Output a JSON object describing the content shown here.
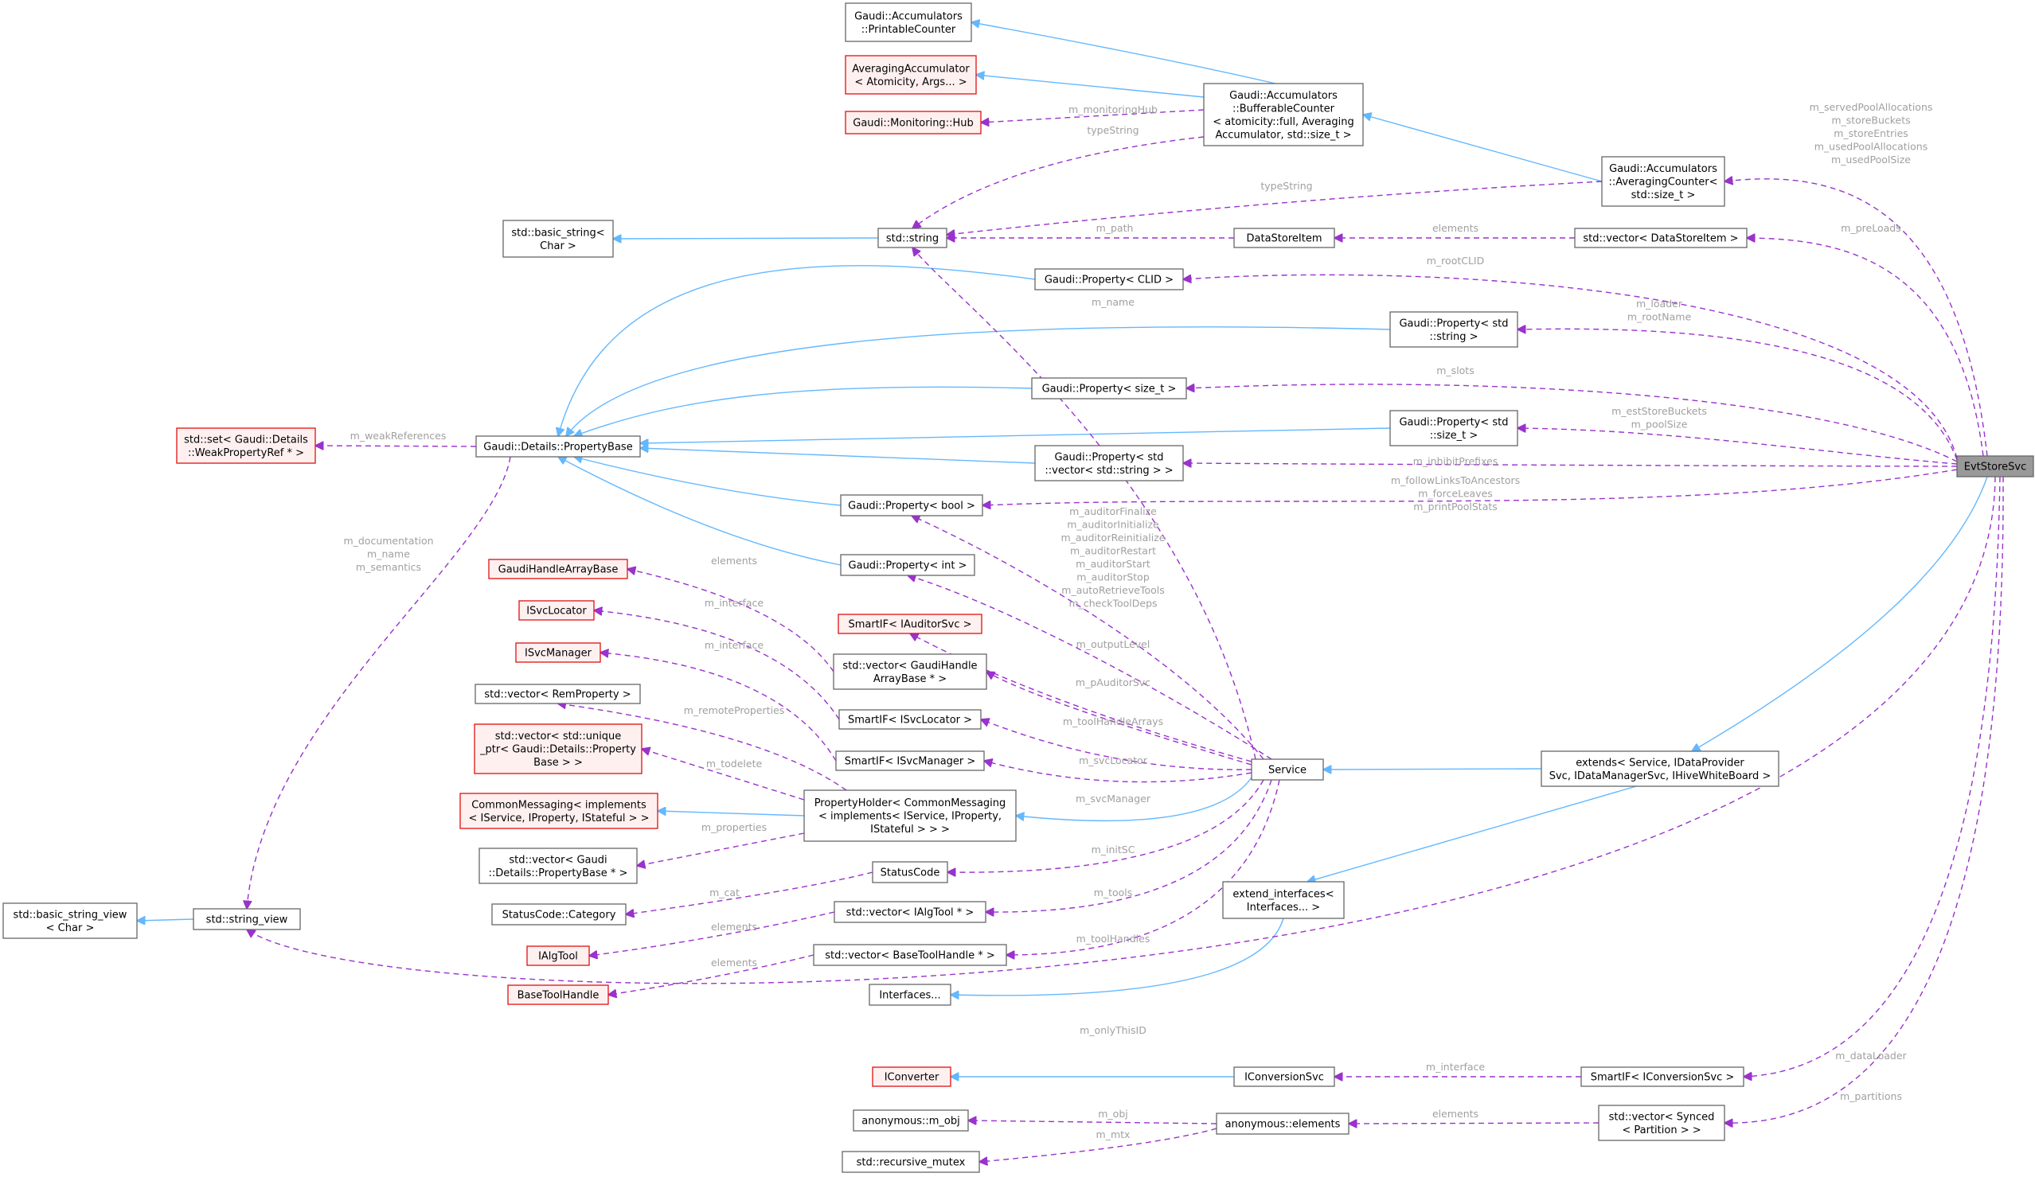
{
  "colors": {
    "inheritance_edge": "#63b8ff",
    "usage_edge": "#9a32cd",
    "node_border": "#666666",
    "undocumented_border": "#e01010",
    "highlight_fill": "#999999",
    "edge_label": "#a0a0a0"
  },
  "nodes": [
    {
      "id": "EvtStoreSvc",
      "lines": [
        "EvtStoreSvc"
      ],
      "style": "main"
    },
    {
      "id": "PrintableCounter",
      "lines": [
        "Gaudi::Accumulators",
        "::PrintableCounter"
      ],
      "style": "normal"
    },
    {
      "id": "AveragingAccumulator",
      "lines": [
        "AveragingAccumulator",
        "< Atomicity, Args... >"
      ],
      "style": "red"
    },
    {
      "id": "MonitoringHub",
      "lines": [
        "Gaudi::Monitoring::Hub"
      ],
      "style": "red"
    },
    {
      "id": "BufferableCounter",
      "lines": [
        "Gaudi::Accumulators",
        "::BufferableCounter",
        "< atomicity::full, Averaging",
        "Accumulator, std::size_t >"
      ],
      "style": "normal"
    },
    {
      "id": "AveragingCounter",
      "lines": [
        "Gaudi::Accumulators",
        "::AveragingCounter<",
        "std::size_t >"
      ],
      "style": "normal"
    },
    {
      "id": "basic_string",
      "lines": [
        "std::basic_string<",
        "Char >"
      ],
      "style": "normal"
    },
    {
      "id": "std_string",
      "lines": [
        "std::string"
      ],
      "style": "normal"
    },
    {
      "id": "DataStoreItem",
      "lines": [
        "DataStoreItem"
      ],
      "style": "normal"
    },
    {
      "id": "vec_DataStoreItem",
      "lines": [
        "std::vector< DataStoreItem >"
      ],
      "style": "normal"
    },
    {
      "id": "Prop_CLID",
      "lines": [
        "Gaudi::Property< CLID >"
      ],
      "style": "normal"
    },
    {
      "id": "Prop_string",
      "lines": [
        "Gaudi::Property< std",
        "::string >"
      ],
      "style": "normal"
    },
    {
      "id": "Prop_size_t",
      "lines": [
        "Gaudi::Property< size_t >"
      ],
      "style": "normal"
    },
    {
      "id": "Prop_std_size_t",
      "lines": [
        "Gaudi::Property< std",
        "::size_t >"
      ],
      "style": "normal"
    },
    {
      "id": "Prop_vec_string",
      "lines": [
        "Gaudi::Property< std",
        "::vector< std::string > >"
      ],
      "style": "normal"
    },
    {
      "id": "Prop_bool",
      "lines": [
        "Gaudi::Property< bool >"
      ],
      "style": "normal"
    },
    {
      "id": "Prop_int",
      "lines": [
        "Gaudi::Property< int >"
      ],
      "style": "normal"
    },
    {
      "id": "PropertyBase",
      "lines": [
        "Gaudi::Details::PropertyBase"
      ],
      "style": "normal"
    },
    {
      "id": "set_WeakRef",
      "lines": [
        "std::set< Gaudi::Details",
        "::WeakPropertyRef * >"
      ],
      "style": "red"
    },
    {
      "id": "GaudiHandleArrayBase",
      "lines": [
        "GaudiHandleArrayBase"
      ],
      "style": "red"
    },
    {
      "id": "ISvcLocator",
      "lines": [
        "ISvcLocator"
      ],
      "style": "red"
    },
    {
      "id": "ISvcManager",
      "lines": [
        "ISvcManager"
      ],
      "style": "red"
    },
    {
      "id": "vec_RemProperty",
      "lines": [
        "std::vector< RemProperty >"
      ],
      "style": "normal"
    },
    {
      "id": "vec_unique_ptr",
      "lines": [
        "std::vector< std::unique",
        "_ptr< Gaudi::Details::Property",
        "Base > >"
      ],
      "style": "red"
    },
    {
      "id": "CommonMessaging",
      "lines": [
        "CommonMessaging< implements",
        "< IService, IProperty, IStateful > >"
      ],
      "style": "red"
    },
    {
      "id": "vec_PropertyBase",
      "lines": [
        "std::vector< Gaudi",
        "::Details::PropertyBase * >"
      ],
      "style": "normal"
    },
    {
      "id": "StatusCode_Category",
      "lines": [
        "StatusCode::Category"
      ],
      "style": "normal"
    },
    {
      "id": "IAlgTool",
      "lines": [
        "IAlgTool"
      ],
      "style": "red"
    },
    {
      "id": "BaseToolHandle",
      "lines": [
        "BaseToolHandle"
      ],
      "style": "red"
    },
    {
      "id": "basic_string_view",
      "lines": [
        "std::basic_string_view",
        "< Char >"
      ],
      "style": "normal"
    },
    {
      "id": "string_view",
      "lines": [
        "std::string_view"
      ],
      "style": "normal"
    },
    {
      "id": "SmartIF_IAuditorSvc",
      "lines": [
        "SmartIF< IAuditorSvc >"
      ],
      "style": "red"
    },
    {
      "id": "vec_GaudiHandleArrayBase",
      "lines": [
        "std::vector< GaudiHandle",
        "ArrayBase * >"
      ],
      "style": "normal"
    },
    {
      "id": "SmartIF_ISvcLocator",
      "lines": [
        "SmartIF< ISvcLocator >"
      ],
      "style": "normal"
    },
    {
      "id": "SmartIF_ISvcManager",
      "lines": [
        "SmartIF< ISvcManager >"
      ],
      "style": "normal"
    },
    {
      "id": "PropertyHolder",
      "lines": [
        "PropertyHolder< CommonMessaging",
        "< implements< IService, IProperty,",
        "IStateful > > >"
      ],
      "style": "normal"
    },
    {
      "id": "StatusCode",
      "lines": [
        "StatusCode"
      ],
      "style": "normal"
    },
    {
      "id": "vec_IAlgTool",
      "lines": [
        "std::vector< IAlgTool * >"
      ],
      "style": "normal"
    },
    {
      "id": "vec_BaseToolHandle",
      "lines": [
        "std::vector< BaseToolHandle * >"
      ],
      "style": "normal"
    },
    {
      "id": "Interfaces",
      "lines": [
        "Interfaces..."
      ],
      "style": "normal"
    },
    {
      "id": "Service",
      "lines": [
        "Service"
      ],
      "style": "normal"
    },
    {
      "id": "extend_interfaces",
      "lines": [
        "extend_interfaces<",
        "Interfaces... >"
      ],
      "style": "normal"
    },
    {
      "id": "extends",
      "lines": [
        "extends< Service, IDataProvider",
        "Svc, IDataManagerSvc, IHiveWhiteBoard >"
      ],
      "style": "normal"
    },
    {
      "id": "IConverter",
      "lines": [
        "IConverter"
      ],
      "style": "red"
    },
    {
      "id": "IConversionSvc",
      "lines": [
        "IConversionSvc"
      ],
      "style": "normal"
    },
    {
      "id": "SmartIF_IConversionSvc",
      "lines": [
        "SmartIF< IConversionSvc >"
      ],
      "style": "normal"
    },
    {
      "id": "anon_m_obj",
      "lines": [
        "anonymous::m_obj"
      ],
      "style": "normal"
    },
    {
      "id": "recursive_mutex",
      "lines": [
        "std::recursive_mutex"
      ],
      "style": "normal"
    },
    {
      "id": "anon_elements",
      "lines": [
        "anonymous::elements"
      ],
      "style": "normal"
    },
    {
      "id": "vec_Synced",
      "lines": [
        "std::vector< Synced",
        "< Partition > >"
      ],
      "style": "normal"
    }
  ],
  "edges": [
    {
      "id": "e1",
      "from": "BufferableCounter",
      "to": "PrintableCounter",
      "type": "inheritance",
      "label": []
    },
    {
      "id": "e2",
      "from": "BufferableCounter",
      "to": "AveragingAccumulator",
      "type": "inheritance",
      "label": []
    },
    {
      "id": "e3",
      "from": "BufferableCounter",
      "to": "MonitoringHub",
      "type": "usage",
      "label": [
        "m_monitoringHub"
      ]
    },
    {
      "id": "e4",
      "from": "BufferableCounter",
      "to": "std_string",
      "type": "usage",
      "label": [
        "typeString"
      ]
    },
    {
      "id": "e5",
      "from": "AveragingCounter",
      "to": "BufferableCounter",
      "type": "inheritance",
      "label": []
    },
    {
      "id": "e6",
      "from": "AveragingCounter",
      "to": "std_string",
      "type": "usage",
      "label": [
        "typeString"
      ]
    },
    {
      "id": "e7",
      "from": "std_string",
      "to": "basic_string",
      "type": "inheritance",
      "label": []
    },
    {
      "id": "e8",
      "from": "DataStoreItem",
      "to": "std_string",
      "type": "usage",
      "label": [
        "m_path"
      ]
    },
    {
      "id": "e9",
      "from": "vec_DataStoreItem",
      "to": "DataStoreItem",
      "type": "usage",
      "label": [
        "elements"
      ]
    },
    {
      "id": "e10",
      "from": "Prop_CLID",
      "to": "PropertyBase",
      "type": "inheritance",
      "label": []
    },
    {
      "id": "e11",
      "from": "Prop_string",
      "to": "PropertyBase",
      "type": "inheritance",
      "label": []
    },
    {
      "id": "e12",
      "from": "Prop_size_t",
      "to": "PropertyBase",
      "type": "inheritance",
      "label": []
    },
    {
      "id": "e13",
      "from": "Prop_std_size_t",
      "to": "PropertyBase",
      "type": "inheritance",
      "label": []
    },
    {
      "id": "e14",
      "from": "Prop_vec_string",
      "to": "PropertyBase",
      "type": "inheritance",
      "label": []
    },
    {
      "id": "e15",
      "from": "Prop_bool",
      "to": "PropertyBase",
      "type": "inheritance",
      "label": []
    },
    {
      "id": "e16",
      "from": "Prop_int",
      "to": "PropertyBase",
      "type": "inheritance",
      "label": []
    },
    {
      "id": "e17",
      "from": "PropertyBase",
      "to": "set_WeakRef",
      "type": "usage",
      "label": [
        "m_weakReferences"
      ]
    },
    {
      "id": "e18",
      "from": "PropertyBase",
      "to": "string_view",
      "type": "usage",
      "label": [
        "m_documentation",
        "m_name",
        "m_semantics"
      ]
    },
    {
      "id": "e19",
      "from": "string_view",
      "to": "basic_string_view",
      "type": "inheritance",
      "label": []
    },
    {
      "id": "e20",
      "from": "vec_GaudiHandleArrayBase",
      "to": "GaudiHandleArrayBase",
      "type": "usage",
      "label": [
        "elements"
      ]
    },
    {
      "id": "e21",
      "from": "SmartIF_ISvcLocator",
      "to": "ISvcLocator",
      "type": "usage",
      "label": [
        "m_interface"
      ]
    },
    {
      "id": "e22",
      "from": "SmartIF_ISvcManager",
      "to": "ISvcManager",
      "type": "usage",
      "label": [
        "m_interface"
      ]
    },
    {
      "id": "e23",
      "from": "PropertyHolder",
      "to": "vec_RemProperty",
      "type": "usage",
      "label": [
        "m_remoteProperties"
      ]
    },
    {
      "id": "e24",
      "from": "PropertyHolder",
      "to": "vec_unique_ptr",
      "type": "usage",
      "label": [
        "m_todelete"
      ]
    },
    {
      "id": "e25",
      "from": "PropertyHolder",
      "to": "CommonMessaging",
      "type": "inheritance",
      "label": []
    },
    {
      "id": "e26",
      "from": "PropertyHolder",
      "to": "vec_PropertyBase",
      "type": "usage",
      "label": [
        "m_properties"
      ]
    },
    {
      "id": "e27",
      "from": "StatusCode",
      "to": "StatusCode_Category",
      "type": "usage",
      "label": [
        "m_cat"
      ]
    },
    {
      "id": "e28",
      "from": "vec_IAlgTool",
      "to": "IAlgTool",
      "type": "usage",
      "label": [
        "elements"
      ]
    },
    {
      "id": "e29",
      "from": "vec_BaseToolHandle",
      "to": "BaseToolHandle",
      "type": "usage",
      "label": [
        "elements"
      ]
    },
    {
      "id": "e30",
      "from": "Service",
      "to": "std_string",
      "type": "usage",
      "label": [
        "m_name"
      ]
    },
    {
      "id": "e31",
      "from": "Service",
      "to": "Prop_bool",
      "type": "usage",
      "label": [
        "m_auditorFinalize",
        "m_auditorInitialize",
        "m_auditorReinitialize",
        "m_auditorRestart",
        "m_auditorStart",
        "m_auditorStop",
        "m_autoRetrieveTools",
        "m_checkToolDeps"
      ]
    },
    {
      "id": "e32",
      "from": "Service",
      "to": "Prop_int",
      "type": "usage",
      "label": [
        "m_outputLevel"
      ]
    },
    {
      "id": "e33",
      "from": "Service",
      "to": "SmartIF_IAuditorSvc",
      "type": "usage",
      "label": [
        "m_pAuditorSvc"
      ]
    },
    {
      "id": "e34",
      "from": "Service",
      "to": "vec_GaudiHandleArrayBase",
      "type": "usage",
      "label": [
        "m_toolHandleArrays"
      ]
    },
    {
      "id": "e35",
      "from": "Service",
      "to": "SmartIF_ISvcLocator",
      "type": "usage",
      "label": [
        "m_svcLocator"
      ]
    },
    {
      "id": "e36",
      "from": "Service",
      "to": "SmartIF_ISvcManager",
      "type": "usage",
      "label": [
        "m_svcManager"
      ]
    },
    {
      "id": "e37",
      "from": "Service",
      "to": "PropertyHolder",
      "type": "inheritance",
      "label": []
    },
    {
      "id": "e38",
      "from": "Service",
      "to": "StatusCode",
      "type": "usage",
      "label": [
        "m_initSC"
      ]
    },
    {
      "id": "e39",
      "from": "Service",
      "to": "vec_IAlgTool",
      "type": "usage",
      "label": [
        "m_tools"
      ]
    },
    {
      "id": "e40",
      "from": "Service",
      "to": "vec_BaseToolHandle",
      "type": "usage",
      "label": [
        "m_toolHandles"
      ]
    },
    {
      "id": "e41",
      "from": "extends",
      "to": "Service",
      "type": "inheritance",
      "label": []
    },
    {
      "id": "e42",
      "from": "extends",
      "to": "extend_interfaces",
      "type": "inheritance",
      "label": []
    },
    {
      "id": "e43",
      "from": "extend_interfaces",
      "to": "Interfaces",
      "type": "inheritance",
      "label": []
    },
    {
      "id": "e44",
      "from": "IConversionSvc",
      "to": "IConverter",
      "type": "inheritance",
      "label": []
    },
    {
      "id": "e45",
      "from": "SmartIF_IConversionSvc",
      "to": "IConversionSvc",
      "type": "usage",
      "label": [
        "m_interface"
      ]
    },
    {
      "id": "e46",
      "from": "anon_elements",
      "to": "anon_m_obj",
      "type": "usage",
      "label": [
        "m_obj"
      ]
    },
    {
      "id": "e47",
      "from": "anon_elements",
      "to": "recursive_mutex",
      "type": "usage",
      "label": [
        "m_mtx"
      ]
    },
    {
      "id": "e48",
      "from": "vec_Synced",
      "to": "anon_elements",
      "type": "usage",
      "label": [
        "elements"
      ]
    },
    {
      "id": "e49",
      "from": "EvtStoreSvc",
      "to": "AveragingCounter",
      "type": "usage",
      "label": [
        "m_servedPoolAllocations",
        "m_storeBuckets",
        "m_storeEntries",
        "m_usedPoolAllocations",
        "m_usedPoolSize"
      ]
    },
    {
      "id": "e50",
      "from": "EvtStoreSvc",
      "to": "vec_DataStoreItem",
      "type": "usage",
      "label": [
        "m_preLoads"
      ]
    },
    {
      "id": "e51",
      "from": "EvtStoreSvc",
      "to": "Prop_CLID",
      "type": "usage",
      "label": [
        "m_rootCLID"
      ]
    },
    {
      "id": "e52",
      "from": "EvtStoreSvc",
      "to": "Prop_string",
      "type": "usage",
      "label": [
        "m_loader",
        "m_rootName"
      ]
    },
    {
      "id": "e53",
      "from": "EvtStoreSvc",
      "to": "Prop_size_t",
      "type": "usage",
      "label": [
        "m_slots"
      ]
    },
    {
      "id": "e54",
      "from": "EvtStoreSvc",
      "to": "Prop_std_size_t",
      "type": "usage",
      "label": [
        "m_estStoreBuckets",
        "m_poolSize"
      ]
    },
    {
      "id": "e55",
      "from": "EvtStoreSvc",
      "to": "Prop_vec_string",
      "type": "usage",
      "label": [
        "m_inhibitPrefixes"
      ]
    },
    {
      "id": "e56",
      "from": "EvtStoreSvc",
      "to": "Prop_bool",
      "type": "usage",
      "label": [
        "m_followLinksToAncestors",
        "m_forceLeaves",
        "m_printPoolStats"
      ]
    },
    {
      "id": "e57",
      "from": "EvtStoreSvc",
      "to": "extends",
      "type": "inheritance",
      "label": []
    },
    {
      "id": "e58",
      "from": "EvtStoreSvc",
      "to": "string_view",
      "type": "usage",
      "label": [
        "m_onlyThisID"
      ]
    },
    {
      "id": "e59",
      "from": "EvtStoreSvc",
      "to": "SmartIF_IConversionSvc",
      "type": "usage",
      "label": [
        "m_dataLoader"
      ]
    },
    {
      "id": "e60",
      "from": "EvtStoreSvc",
      "to": "vec_Synced",
      "type": "usage",
      "label": [
        "m_partitions"
      ]
    }
  ]
}
